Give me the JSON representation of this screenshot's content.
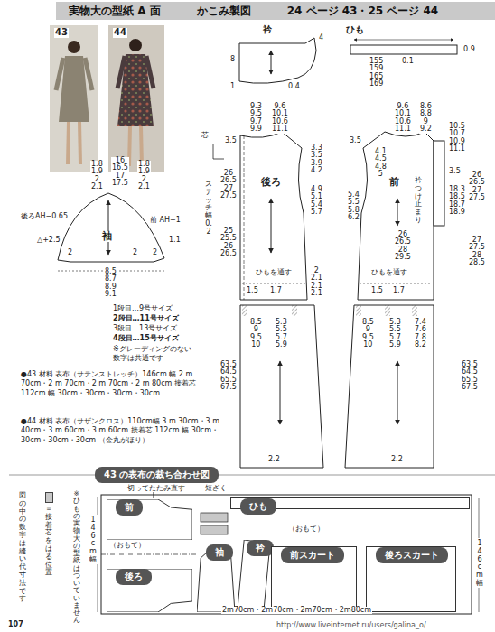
{
  "diagram": {
    "nodes": [
      {
        "text": [
          "実物大の型紙 A 面",
          "かこみ製図",
          "24 ページ 43・25 ページ 44"
        ]
      },
      {
        "text": [
          "43 の表布の裁ち合わせ図"
        ]
      },
      {
        "text": [
          "前"
        ],
        "in": 1
      },
      {
        "text": [
          "後ろ"
        ],
        "in": 1
      },
      {
        "text": [
          "袖"
        ],
        "in": 1
      },
      {
        "text": [
          "衿"
        ],
        "in": 1
      },
      {
        "text": [
          "ひも"
        ],
        "in": 1
      },
      {
        "text": [
          "前スカート"
        ],
        "in": 1
      },
      {
        "text": [
          "後ろスカート"
        ],
        "in": 1
      }
    ],
    "labels": [
      "43",
      "44",
      "1.8 1.9 2 2.1",
      "16 16.5 17 17.5",
      "1.8 1.9 2 2.1",
      "後ろAH−0.65",
      "前 AH−1",
      "△+2.5",
      "1.1",
      "2",
      "袖",
      "2",
      "2",
      "8.5 8.7 8.9 9.1",
      "1段目…9号サイズ",
      "2段目…11号サイズ",
      "3段目…13号サイズ",
      "4段目…15号サイズ",
      "※グレーディングのない数字は共通です",
      "●43 材料 表布（サテンストレッチ）146cm 幅 2 m 70cm・2 m 70cm・2 m 70cm・2 m 80cm 接着芯 112cm 幅 30cm・30cm・30cm・30cm",
      "●44 材料 表布（サザンクロス）110cm幅 3 m 30cm・3 m 40cm・3 m 60cm・3 m 60cm 接着芯 112cm 幅 30cm・30cm・30cm・30cm （金丸がほり）",
      "衿",
      "4",
      "0.4",
      "8",
      "1",
      "9.3 9.5 9.7 9.9",
      "9.6 10.1 10.6 11.1",
      "3.5",
      "芯",
      "3.3 3.5 3.9 4.2",
      "26 26.5 27 27.5",
      "後ろ",
      "ステッチ幅 0.2",
      "4.9 5.1 5.4 5.7",
      "25 25.5 26 26.5",
      "ひもを通す",
      "1.5",
      "1.7",
      "2 2.1 2.1 2.1",
      "8.5 9 9.5 10",
      "5.3 5.5 5.7 5.9",
      "63.5 64.5 65.5 67.5",
      "2.2",
      "ひも",
      "155 159 165 169",
      "0.1",
      "0.9",
      "9.6 10.1 10.6 11.1",
      "8.6 8.8 9 9.2",
      "3.5",
      "4.1 4.5 4.8 5",
      "前",
      "衿つけ止まり",
      "10.5 10.7 10.9 11.1",
      "3.5",
      "26 26.5 27 27.5",
      "18.3 18.5 18.7 18.9",
      "5.4 5.5 5.8 6.2",
      "26 26.5 28 29.5",
      "27 27.5 28 28.5",
      "ひもを通す",
      "1.5",
      "1.7",
      "8.5 9 9.5 10",
      "5.3 5.5 5.7 5.9",
      "7.4 7.6 7.8 8.2",
      "63.5 64.5 65.5 67.5",
      "2.2",
      "切ってたたみ直す",
      "短ざく",
      "（おもて）",
      "（おもて）",
      "146 cm 幅",
      "146cm幅",
      "2m70cm・2m70cm・2m70cm・2m80cm",
      "図の中の数字は縫い代寸法です",
      "※ひもの実物大の型紙はついていません",
      "107",
      "http://www.liveinternet.ru/users/galina_o/"
    ],
    "legend": [
      {
        "text": "＝接着芯をはる位置",
        "color": "#c8c8c8"
      }
    ]
  }
}
